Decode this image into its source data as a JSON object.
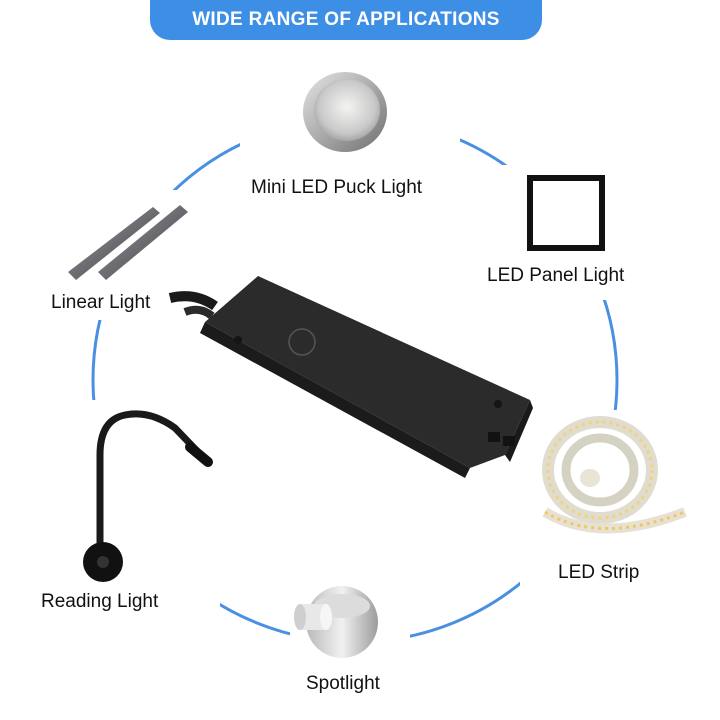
{
  "banner": {
    "title": "WIDE RANGE OF APPLICATIONS"
  },
  "colors": {
    "banner": "#3d8fe6",
    "ring": "#4a90e2"
  },
  "applications": [
    {
      "label": "Mini LED Puck Light",
      "icon": "puck-light-icon"
    },
    {
      "label": "LED Panel Light",
      "icon": "panel-light-icon"
    },
    {
      "label": "LED Strip",
      "icon": "led-strip-icon"
    },
    {
      "label": "Spotlight",
      "icon": "spotlight-icon"
    },
    {
      "label": "Reading Light",
      "icon": "reading-light-icon"
    },
    {
      "label": "Linear Light",
      "icon": "linear-light-icon"
    }
  ],
  "center": {
    "icon": "led-driver-icon"
  }
}
